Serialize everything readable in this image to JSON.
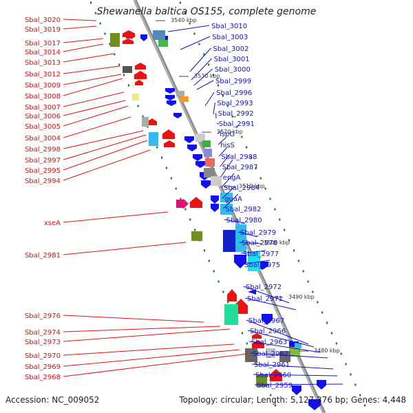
{
  "title": "Shewanella baltica OS155, complete genome",
  "accession": "Accession: NC_009052",
  "summary": "Topology: circular; Length: 5,127,376 bp; Genes: 4,448",
  "colors": {
    "forward_label": "#dd1111",
    "reverse_label": "#1111cc",
    "backbone": "#8c8c8c",
    "ticks": "#1a7a1a"
  },
  "kbp_ticks": [
    "3540 kbp",
    "3530 kbp",
    "3520 kbp",
    "3510 kbp",
    "3500 kbp",
    "3490 kbp",
    "3480 kbp"
  ],
  "left_labels": [
    "Sbal_3020",
    "Sbal_3019",
    "Sbal_3017",
    "Sbal_3014",
    "Sbal_3013",
    "Sbal_3012",
    "Sbal_3009",
    "Sbal_3008",
    "Sbal_3007",
    "Sbal_3006",
    "Sbal_3005",
    "Sbal_3004",
    "Sbal_2998",
    "Sbal_2997",
    "Sbal_2995",
    "Sbal_2994",
    "xseA",
    "Sbal_2981",
    "Sbal_2976",
    "Sbal_2974",
    "Sbal_2973",
    "Sbal_2970",
    "Sbal_2969",
    "Sbal_2968"
  ],
  "right_labels": [
    "Sbal_3010",
    "Sbal_3003",
    "Sbal_3002",
    "Sbal_3001",
    "Sbal_3000",
    "Sbal_2999",
    "Sbal_2996",
    "Sbal_2993",
    "Sbal_2992",
    "Sbal_2991",
    "ispG",
    "hisS",
    "Sbal_2988",
    "Sbal_2987",
    "engA",
    "Sbal_2984",
    "guaA",
    "Sbal_2982",
    "Sbal_2980",
    "Sbal_2979",
    "Sbal_2978",
    "Sbal_2977",
    "Sbal_2975",
    "Sbal_2972",
    "Sbal_2971",
    "Sbal_2967",
    "Sbal_2966",
    "Sbal_2963",
    "Sbal_2962",
    "Sbal_2961",
    "Sbal_2960",
    "Sbal_2959"
  ]
}
